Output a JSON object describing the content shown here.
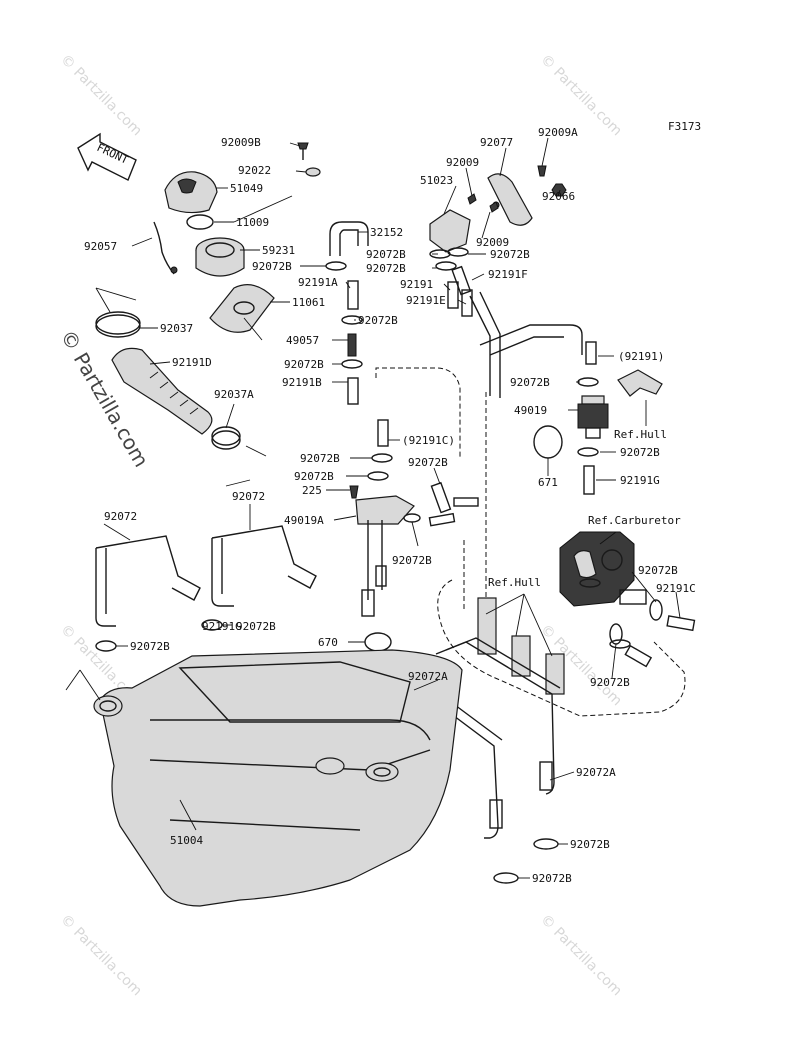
{
  "figure_code": "F3173",
  "front_arrow_text": "FRONT",
  "watermark": {
    "side_text": "© Partzilla.com",
    "tile_text": "© Partzilla.com"
  },
  "references": {
    "hull_upper": "Ref.Hull",
    "carburetor": "Ref.Carburetor",
    "hull_lower": "Ref.Hull"
  },
  "labels": [
    "92009B",
    "92022",
    "51049",
    "11009",
    "92057",
    "59231",
    "92072B",
    "11061",
    "92037",
    "92191D",
    "92037A",
    "92072",
    "32152",
    "92191A",
    "92072B",
    "49057",
    "92072B",
    "92191B",
    "92072B",
    "92072B",
    "225",
    "49019A",
    "92072B",
    "92072B",
    "(92191C)",
    "92072B",
    "92072B",
    "92077",
    "92009A",
    "92009",
    "51023",
    "92066",
    "92009",
    "92072B",
    "92072B",
    "92072B",
    "92191F",
    "92191",
    "92191E",
    "(92191)",
    "92072B",
    "49019",
    "671",
    "92072B",
    "92191G",
    "92072B",
    "92191C",
    "92072B",
    "92072",
    "670",
    "92072A",
    "92072A",
    "92072B",
    "92072B",
    "51004"
  ]
}
